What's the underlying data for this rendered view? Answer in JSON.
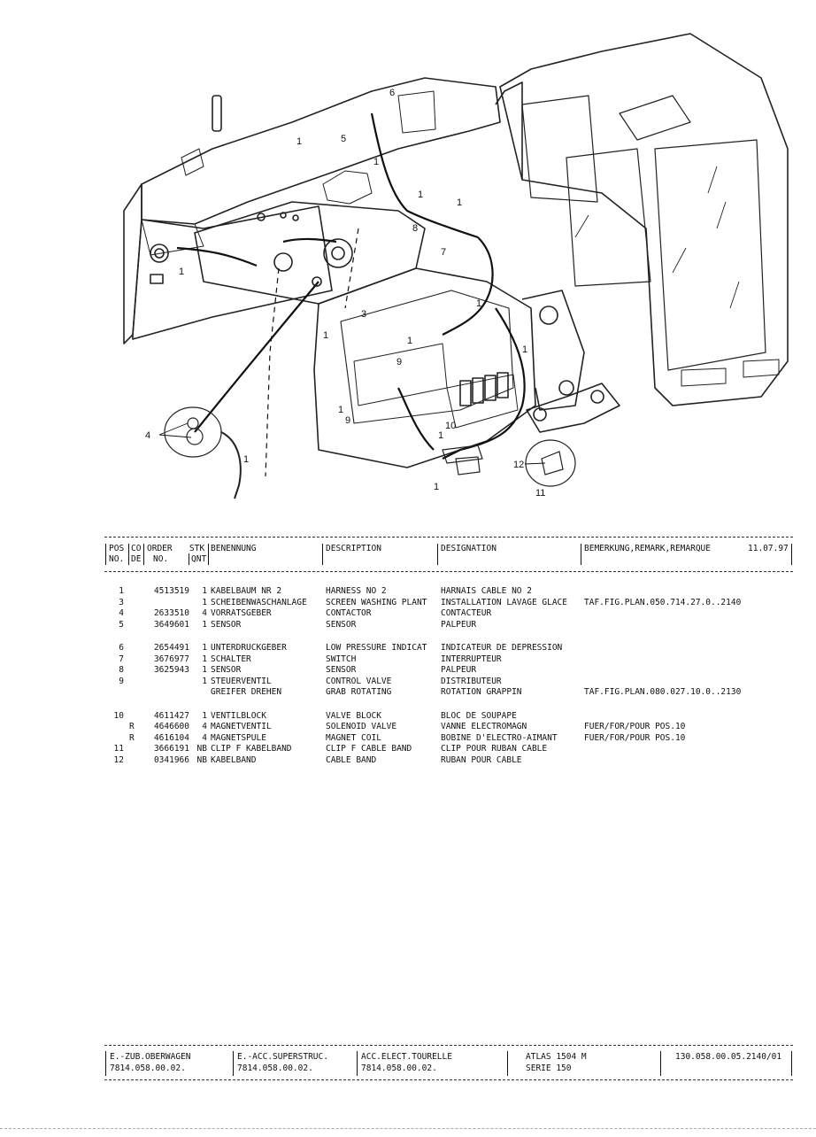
{
  "drawing": {
    "callouts": [
      "1",
      "1",
      "1",
      "1",
      "1",
      "1",
      "1",
      "1",
      "1",
      "1",
      "1",
      "1",
      "3",
      "4",
      "5",
      "6",
      "7",
      "8",
      "9",
      "9",
      "10",
      "11",
      "12"
    ]
  },
  "header": {
    "pos_no": [
      "POS",
      "NO."
    ],
    "co_de": [
      "CO",
      "DE"
    ],
    "order_no": [
      "ORDER",
      "NO."
    ],
    "stk_qnt": [
      "STK",
      "QNT"
    ],
    "benennung": "BENENNUNG",
    "description": "DESCRIPTION",
    "designation": "DESIGNATION",
    "remark": "BEMERKUNG,REMARK,REMARQUE",
    "date": "11.07.97"
  },
  "parts": [
    [
      {
        "pos": "1",
        "code": "",
        "order": "4513519",
        "qty": "1",
        "de": "KABELBAUM NR  2",
        "en": "HARNESS NO  2",
        "fr": "HARNAIS CABLE NO  2",
        "remark": ""
      },
      {
        "pos": "3",
        "code": "",
        "order": "",
        "qty": "1",
        "de": "SCHEIBENWASCHANLAGE",
        "en": "SCREEN WASHING PLANT",
        "fr": "INSTALLATION LAVAGE GLACE",
        "remark": "TAF.FIG.PLAN.050.714.27.0..2140"
      },
      {
        "pos": "4",
        "code": "",
        "order": "2633510",
        "qty": "4",
        "de": "VORRATSGEBER",
        "en": "CONTACTOR",
        "fr": "CONTACTEUR",
        "remark": ""
      },
      {
        "pos": "5",
        "code": "",
        "order": "3649601",
        "qty": "1",
        "de": "SENSOR",
        "en": "SENSOR",
        "fr": "PALPEUR",
        "remark": ""
      }
    ],
    [
      {
        "pos": "6",
        "code": "",
        "order": "2654491",
        "qty": "1",
        "de": "UNTERDRUCKGEBER",
        "en": "LOW PRESSURE INDICAT",
        "fr": "INDICATEUR DE DEPRESSION",
        "remark": ""
      },
      {
        "pos": "7",
        "code": "",
        "order": "3676977",
        "qty": "1",
        "de": "SCHALTER",
        "en": "SWITCH",
        "fr": "INTERRUPTEUR",
        "remark": ""
      },
      {
        "pos": "8",
        "code": "",
        "order": "3625943",
        "qty": "1",
        "de": "SENSOR",
        "en": "SENSOR",
        "fr": "PALPEUR",
        "remark": ""
      },
      {
        "pos": "9",
        "code": "",
        "order": "",
        "qty": "1",
        "de": "STEUERVENTIL",
        "en": "CONTROL VALVE",
        "fr": "DISTRIBUTEUR",
        "remark": ""
      },
      {
        "pos": "",
        "code": "",
        "order": "",
        "qty": "",
        "de": "GREIFER DREHEN",
        "en": "GRAB ROTATING",
        "fr": "ROTATION GRAPPIN",
        "remark": "TAF.FIG.PLAN.080.027.10.0..2130"
      }
    ],
    [
      {
        "pos": "10",
        "code": "",
        "order": "4611427",
        "qty": "1",
        "de": "VENTILBLOCK",
        "en": "VALVE BLOCK",
        "fr": "BLOC DE SOUPAPE",
        "remark": ""
      },
      {
        "pos": "",
        "code": "R",
        "order": "4646600",
        "qty": "4",
        "de": "MAGNETVENTIL",
        "en": "SOLENOID VALVE",
        "fr": "VANNE ELECTROMAGN",
        "remark": "FUER/FOR/POUR POS.10"
      },
      {
        "pos": "",
        "code": "R",
        "order": "4616104",
        "qty": "4",
        "de": "MAGNETSPULE",
        "en": "MAGNET COIL",
        "fr": "BOBINE D'ELECTRO-AIMANT",
        "remark": "FUER/FOR/POUR POS.10"
      },
      {
        "pos": "11",
        "code": "",
        "order": "3666191",
        "qty": "NB",
        "de": "CLIP F KABELBAND",
        "en": "CLIP F CABLE BAND",
        "fr": "CLIP POUR RUBAN CABLE",
        "remark": ""
      },
      {
        "pos": "12",
        "code": "",
        "order": "0341966",
        "qty": "NB",
        "de": "KABELBAND",
        "en": "CABLE BAND",
        "fr": "RUBAN POUR CABLE",
        "remark": ""
      }
    ]
  ],
  "footer": {
    "col1": [
      "E.-ZUB.OBERWAGEN",
      "7814.058.00.02."
    ],
    "col2": [
      "E.-ACC.SUPERSTRUC.",
      "7814.058.00.02."
    ],
    "col3": [
      "ACC.ELECT.TOURELLE",
      "7814.058.00.02."
    ],
    "col4": [
      "ATLAS 1504 M",
      "SERIE 150"
    ],
    "col5": [
      "130.058.00.05.2140/01",
      ""
    ]
  }
}
